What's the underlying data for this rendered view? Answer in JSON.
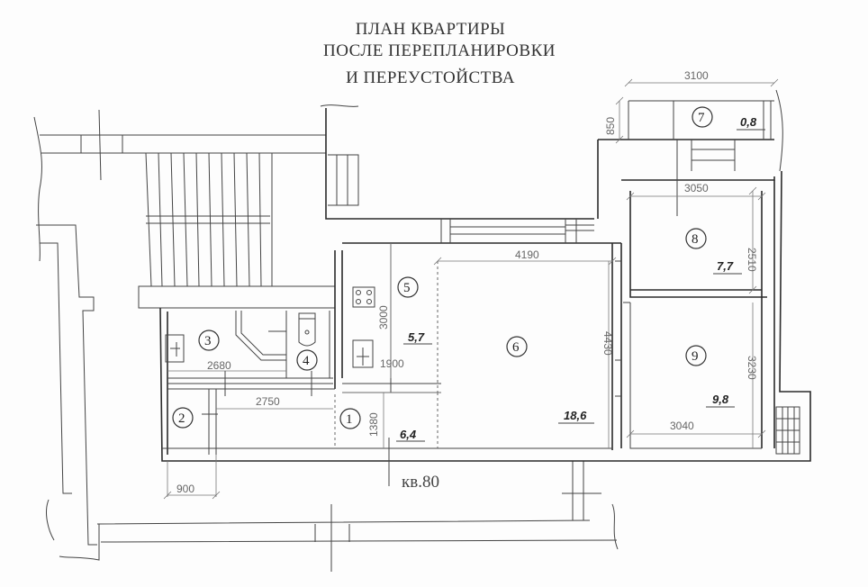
{
  "title": {
    "line1": "ПЛАН КВАРТИРЫ",
    "line2": "ПОСЛЕ  ПЕРЕПЛАНИРОВКИ",
    "line3": "И ПЕРЕУСТОЙСТВА"
  },
  "apartment_label": "кв.80",
  "rooms": [
    {
      "number": "1",
      "area": "6,4"
    },
    {
      "number": "2",
      "area": ""
    },
    {
      "number": "3",
      "area": ""
    },
    {
      "number": "4",
      "area": ""
    },
    {
      "number": "5",
      "area": "5,7"
    },
    {
      "number": "6",
      "area": "18,6"
    },
    {
      "number": "7",
      "area": "0,8"
    },
    {
      "number": "8",
      "area": "7,7"
    },
    {
      "number": "9",
      "area": "9,8"
    }
  ],
  "dimensions": {
    "balcony_width": "3100",
    "balcony_depth": "850",
    "room8_width": "3050",
    "room8_depth": "2510",
    "room6_width": "4190",
    "room6_depth": "4430",
    "kitchen_depth": "3000",
    "kitchen_width": "1900",
    "room9_width": "3040",
    "room9_depth": "3230",
    "bath_width": "2680",
    "hall_width": "2750",
    "hall_depth": "1380",
    "closet_width": "900"
  }
}
